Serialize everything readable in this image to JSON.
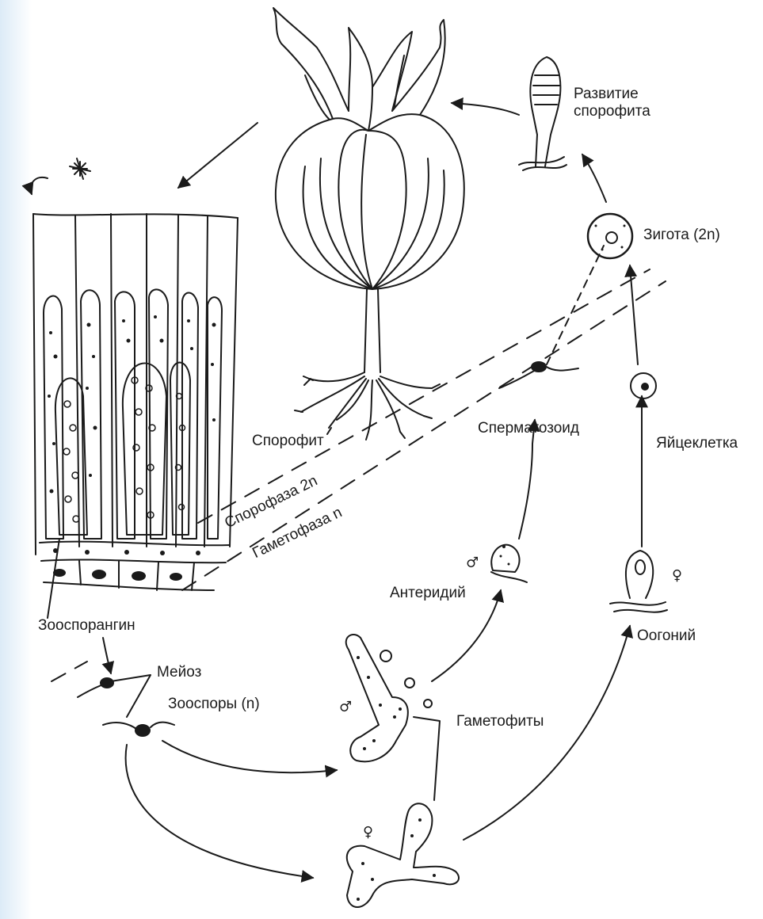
{
  "labels": {
    "sporophyte_development": [
      "Развитие",
      "спорофита"
    ],
    "zygote": "Зигота (2n)",
    "spermatozoid": "Сперматозоид",
    "egg_cell": "Яйцеклетка",
    "sporophyte": "Спорофит",
    "sporophase": "Спорофаза 2n",
    "gametophase": "Гаметофаза n",
    "antheridium": "Антеридий",
    "oogonium": "Оогоний",
    "zoosporangium": "Зооспорангин",
    "meiosis": "Мейоз",
    "zoospores": "Зооспоры (n)",
    "gametophytes": "Гаметофиты"
  },
  "symbols": {
    "male": "♂",
    "female": "♀"
  },
  "colors": {
    "ink": "#1a1a1a",
    "background": "#ffffff",
    "edge_glow": "#dcebf7"
  }
}
